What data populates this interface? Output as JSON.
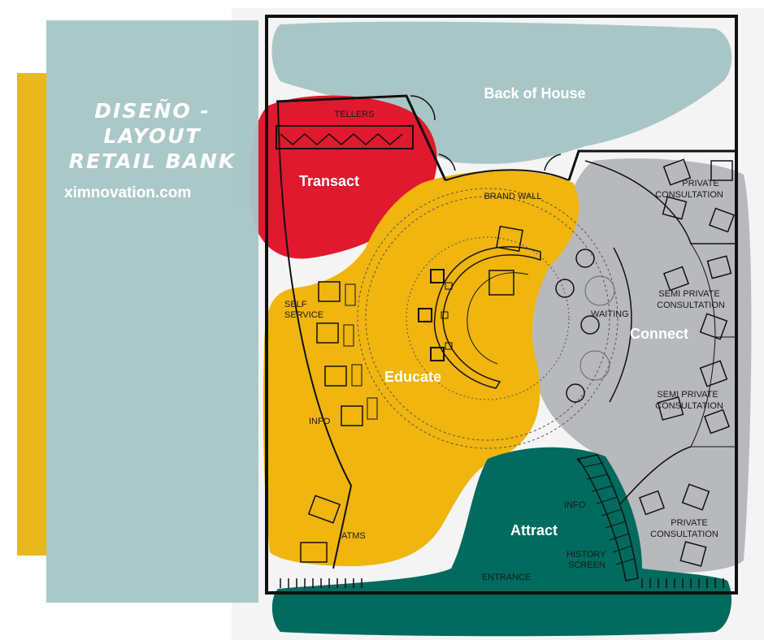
{
  "title": {
    "line1": "DISEÑO - LAYOUT",
    "line2": "RETAIL BANK"
  },
  "website": "ximnovation.com",
  "zones": {
    "back_of_house": "Back of House",
    "transact": "Transact",
    "educate": "Educate",
    "connect": "Connect",
    "attract": "Attract"
  },
  "labels": {
    "tellers": "TELLERS",
    "brand_wall": "BRAND WALL",
    "self_service_1": "SELF",
    "self_service_2": "SERVICE",
    "info_left": "INFO",
    "atms": "ATMS",
    "waiting": "WAITING",
    "private_consult_top_1": "PRIVATE",
    "private_consult_top_2": "CONSULTATION",
    "semi_private_1_1": "SEMI PRIVATE",
    "semi_private_1_2": "CONSULTATION",
    "semi_private_2_1": "SEMI PRIVATE",
    "semi_private_2_2": "CONSULTATION",
    "private_consult_bottom_1": "PRIVATE",
    "private_consult_bottom_2": "CONSULTATION",
    "info_right": "INFO",
    "history_screen_1": "HISTORY",
    "history_screen_2": "SCREEN",
    "entrance": "ENTRANCE"
  },
  "colors": {
    "back_of_house": "#a8c6c6",
    "transact": "#e0192f",
    "educate": "#f0b50e",
    "connect": "#b8b9bd",
    "attract": "#006b5e",
    "accent_bar": "#e8b81c"
  }
}
